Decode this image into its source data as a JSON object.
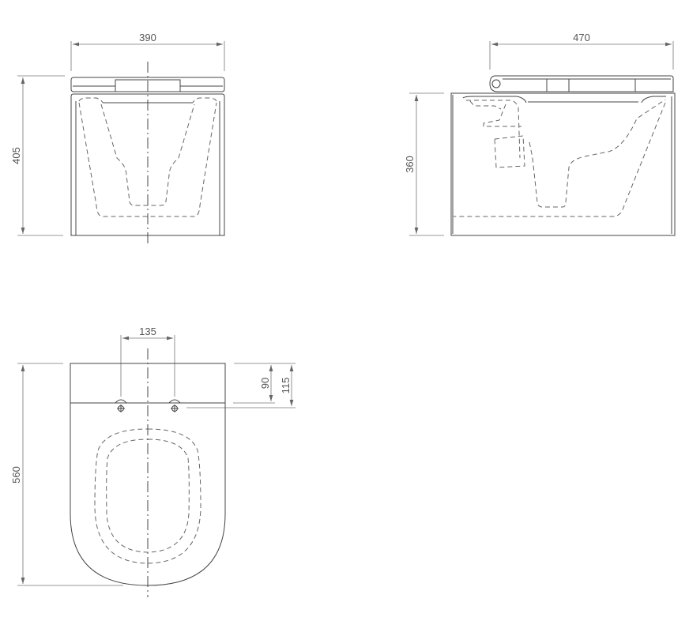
{
  "drawing": {
    "subject": "wall-hung toilet technical drawing",
    "views": {
      "front": {
        "width_label": "390",
        "height_label": "405"
      },
      "side": {
        "depth_label": "470",
        "height_label": "360"
      },
      "top": {
        "bolt_spacing_label": "135",
        "length_label": "560",
        "bolt_offset_a_label": "90",
        "bolt_offset_b_label": "115"
      }
    },
    "colors": {
      "line": "#444444",
      "dimension": "#777777",
      "text": "#555555",
      "background": "#ffffff"
    }
  }
}
